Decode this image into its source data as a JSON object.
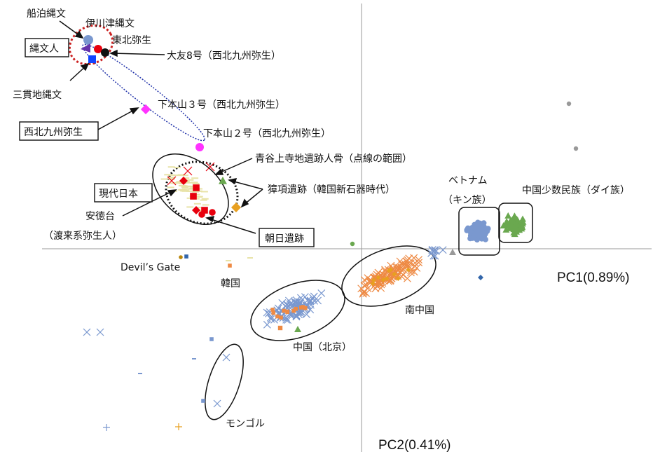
{
  "chart_data": {
    "type": "scatter",
    "axes": {
      "x_label": "PC1(0.89%)",
      "y_label": "PC2(0.41%)",
      "tick_labels_shown": false
    },
    "colors": {
      "japanese_modern": "#e8e3a8",
      "korean_mesolithic": "#6aa84f",
      "asahi": "#e8a020",
      "jomon_highlight": "#cc3333",
      "northern_china": "#7a98cf",
      "southern_china": "#ee8a44",
      "dai": "#6aa84f",
      "kinh": "#7a98cf",
      "nw_kyushu_yayoi": "#ff33ff",
      "grey": "#999999",
      "red": "#e8000d"
    },
    "annotations": {
      "funadomari": "船泊縄文",
      "ikawazu": "伊川津縄文",
      "higashikita": "東北弥生",
      "jomon_box": "縄文人",
      "otomo8": "大友8号（西北九州弥生）",
      "sanganji": "三貫地縄文",
      "shimomotoyama3": "下本山３号（西北九州弥生）",
      "nw_kyushu_box": "西北九州弥生",
      "shimomotoyama2": "下本山２号（西北九州弥生）",
      "aoya": "青谷上寺地遺跡人骨（点線の範囲）",
      "modern_jp_box": "現代日本",
      "janghang": "獐項遺跡（韓国新石器時代）",
      "antokudai_1": "安徳台",
      "antokudai_2": "（渡来系弥生人）",
      "asahi_box": "朝日遺跡",
      "vietnam_1": "ベトナム",
      "vietnam_2": "（キン族）",
      "dai": "中国少数民族（ダイ族）",
      "devils_gate": "Devil’s Gate",
      "korea": "韓国",
      "south_china": "南中国",
      "north_china": "中国（北京）",
      "mongol": "モンゴル"
    }
  }
}
